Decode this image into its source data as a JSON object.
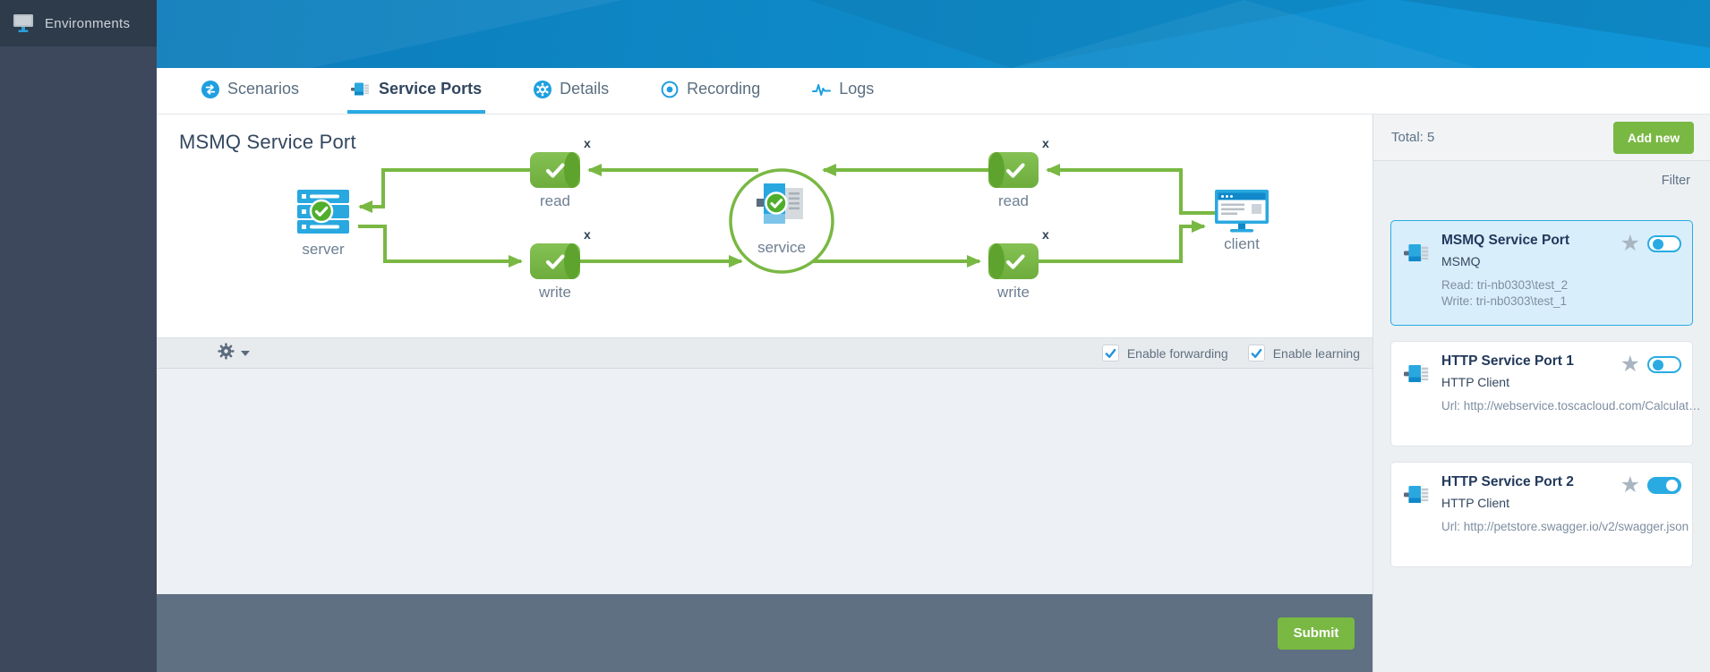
{
  "sidebar": {
    "title": "Environments"
  },
  "tabs": [
    {
      "label": "Scenarios",
      "icon": "scenarios-icon"
    },
    {
      "label": "Service Ports",
      "icon": "service-ports-icon",
      "active": true
    },
    {
      "label": "Details",
      "icon": "details-icon"
    },
    {
      "label": "Recording",
      "icon": "recording-icon"
    },
    {
      "label": "Logs",
      "icon": "logs-icon"
    }
  ],
  "diagram": {
    "title": "MSMQ Service Port",
    "nodes": {
      "server": "server",
      "read_left": "read",
      "write_left": "write",
      "service": "service",
      "read_right": "read",
      "write_right": "write",
      "client": "client"
    },
    "delete_marker": "x"
  },
  "toolbar": {
    "options": [
      {
        "label": "Enable forwarding",
        "checked": true
      },
      {
        "label": "Enable learning",
        "checked": true
      }
    ]
  },
  "panel": {
    "total": "Total: 5",
    "add_new": "Add new",
    "filter": "Filter",
    "cards": [
      {
        "title": "MSMQ Service Port",
        "subtitle": "MSMQ",
        "lines": [
          "Read: tri-nb0303\\test_2",
          "Write: tri-nb0303\\test_1"
        ],
        "enabled": false,
        "selected": true
      },
      {
        "title": "HTTP Service Port 1",
        "subtitle": "HTTP Client",
        "lines": [
          "Url: http://webservice.toscacloud.com/Calculat…"
        ],
        "enabled": false,
        "selected": false
      },
      {
        "title": "HTTP Service Port 2",
        "subtitle": "HTTP Client",
        "lines": [
          "Url: http://petstore.swagger.io/v2/swagger.json"
        ],
        "enabled": true,
        "selected": false
      }
    ]
  },
  "footer": {
    "submit": "Submit"
  },
  "colors": {
    "accent_blue": "#29abe2",
    "accent_green": "#79b843",
    "banner_blue": "#0e86c5",
    "sidebar_dark": "#2e3b4a",
    "sidebar_body": "#3d485c",
    "status_bar": "#5e7081",
    "selected_card_bg": "#d9eefb"
  }
}
